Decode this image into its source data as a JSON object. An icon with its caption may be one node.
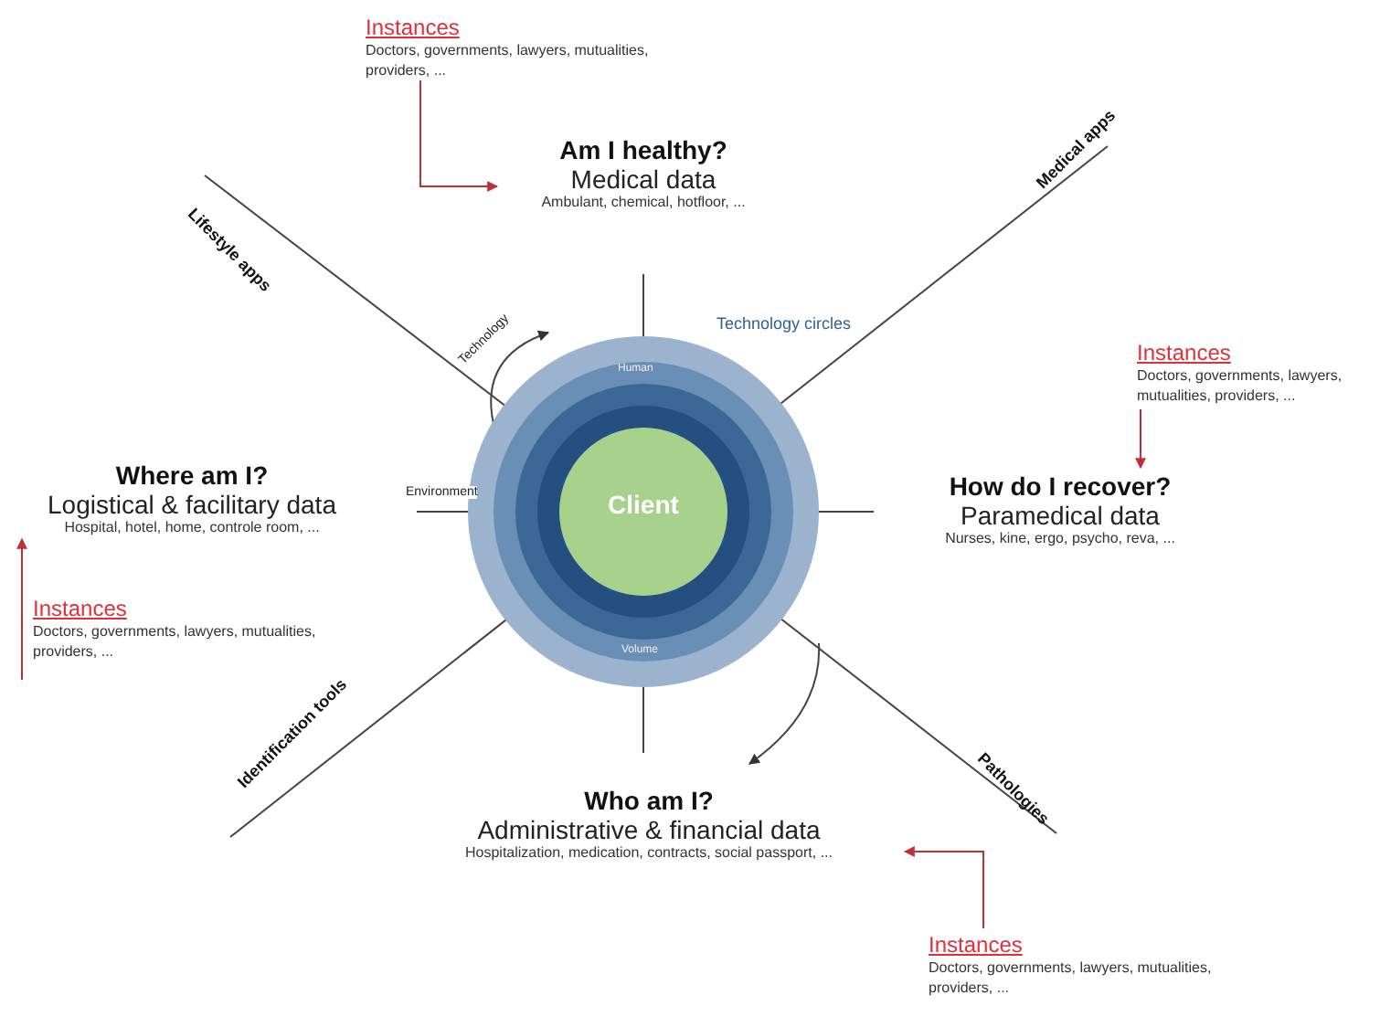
{
  "diagram": {
    "nodes": [
      {
        "text": [
          "Am I healthy?",
          "Medical data",
          "Ambulant, chemical, hotfloor, ..."
        ]
      },
      {
        "text": [
          "How do I recover?",
          "Paramedical data",
          "Nurses, kine, ergo, psycho, reva, ..."
        ]
      },
      {
        "text": [
          "Where am I?",
          "Logistical & facilitary data",
          "Hospital, hotel, home, controle room, ..."
        ]
      },
      {
        "text": [
          "Who am I?",
          "Administrative & financial data",
          "Hospitalization, medication, contracts, social passport, ..."
        ]
      },
      {
        "text": [
          "Instances",
          "Doctors, governments, lawyers, mutualities, providers, ..."
        ]
      },
      {
        "text": [
          "Instances",
          "Doctors, governments, lawyers, mutualities, providers, ..."
        ]
      },
      {
        "text": [
          "Instances",
          "Doctors, governments, lawyers, mutualities, providers, ..."
        ]
      },
      {
        "text": [
          "Instances",
          "Doctors, governments, lawyers, mutualities, providers, ..."
        ]
      },
      {
        "text": [
          "Client"
        ]
      }
    ],
    "edges": [
      {
        "from": 4,
        "to": 0,
        "arrow": "to"
      },
      {
        "from": 5,
        "to": 1,
        "arrow": "to"
      },
      {
        "from": 6,
        "to": 2,
        "arrow": "to"
      },
      {
        "from": 7,
        "to": 3,
        "arrow": "to"
      }
    ],
    "labels": [
      "Technology circles",
      "Lifestyle apps",
      "Medical apps",
      "Identification tools",
      "Pathologies",
      "Technology",
      "Environment",
      "Human",
      "Volume"
    ]
  }
}
